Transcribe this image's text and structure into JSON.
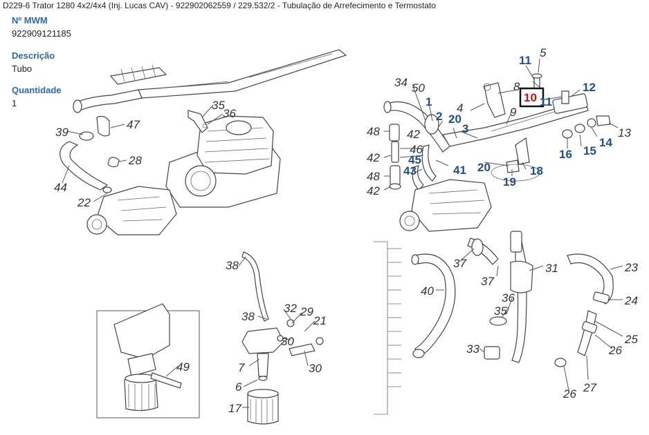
{
  "header": {
    "title": "D229-6 Trator 1280 4x2/4x4 (Inj. Lucas CAV) - 922902062559  /  229.532/2 - Tubulação de Arrefecimento e Termostato"
  },
  "info": {
    "mwm_label": "Nº MWM",
    "mwm_value": "922909121185",
    "desc_label": "Descrição",
    "desc_value": "Tubo",
    "qty_label": "Quantidade",
    "qty_value": "1"
  },
  "callouts": {
    "c1": "1",
    "c2": "2",
    "c3": "3",
    "c4": "4",
    "c5": "5",
    "c6": "6",
    "c7": "7",
    "c8": "8",
    "c9": "9",
    "c10": "10",
    "c11a": "11",
    "c11b": "11",
    "c12": "12",
    "c13": "13",
    "c14": "14",
    "c15": "15",
    "c16": "16",
    "c17": "17",
    "c18": "18",
    "c19": "19",
    "c20a": "20",
    "c20b": "20",
    "c21": "21",
    "c22": "22",
    "c23": "23",
    "c24": "24",
    "c25": "25",
    "c26a": "26",
    "c26b": "26",
    "c27": "27",
    "c28": "28",
    "c29": "29",
    "c30a": "30",
    "c30b": "30",
    "c31": "31",
    "c32": "32",
    "c33": "33",
    "c34": "34",
    "c35a": "35",
    "c35b": "35",
    "c36a": "36",
    "c36b": "36",
    "c37a": "37",
    "c37b": "37",
    "c38a": "38",
    "c38b": "38",
    "c39": "39",
    "c40": "40",
    "c41": "41",
    "c42a": "42",
    "c42b": "42",
    "c42c": "42",
    "c43": "43",
    "c44": "44",
    "c45": "45",
    "c46": "46",
    "c47": "47",
    "c48a": "48",
    "c48b": "48",
    "c49": "49",
    "c50": "50"
  },
  "highlight": {
    "selected_part": "10",
    "color": "#d01010"
  }
}
